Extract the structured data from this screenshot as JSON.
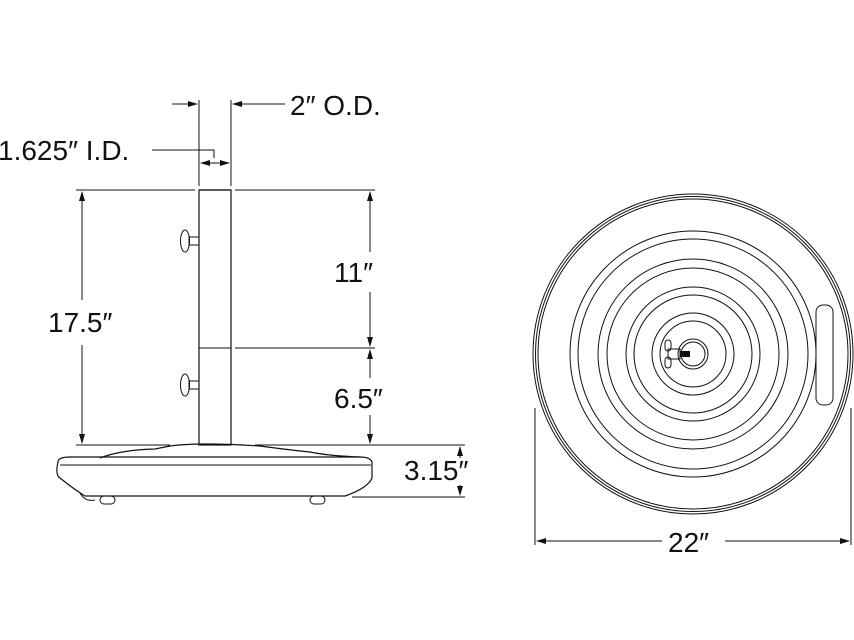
{
  "diagram": {
    "labels": {
      "outer_diameter": "2″ O.D.",
      "inner_diameter": "1.625″ I.D.",
      "total_height": "17.5″",
      "upper_section": "11″",
      "lower_section": "6.5″",
      "base_height": "3.15″",
      "base_diameter": "22″"
    }
  }
}
